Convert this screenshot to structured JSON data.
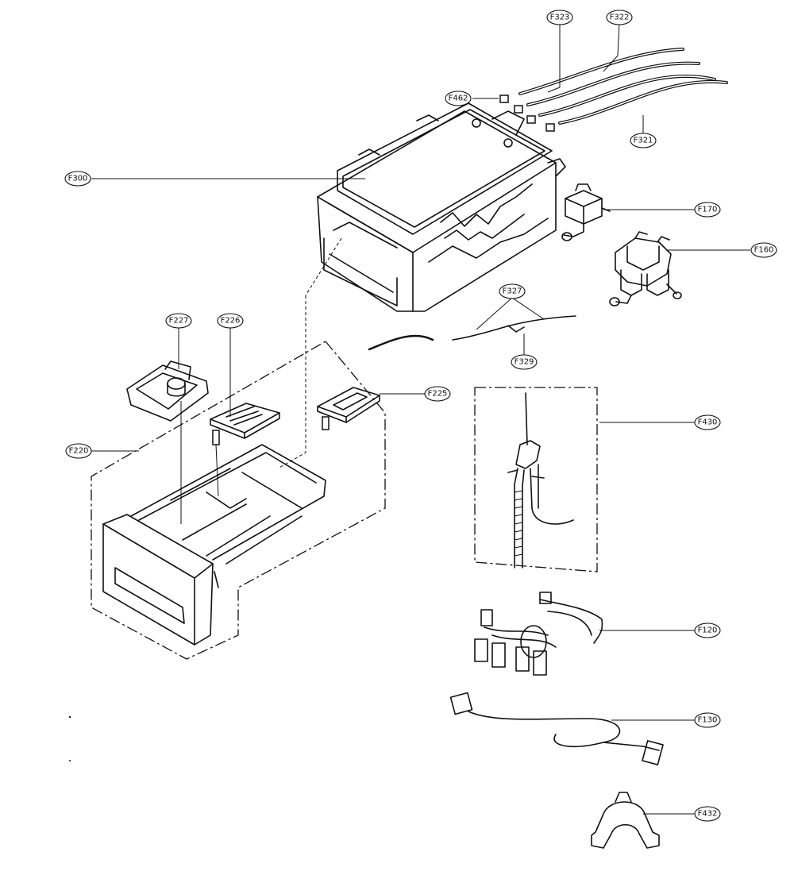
{
  "labels": {
    "F323": "F323",
    "F322": "F322",
    "F462": "F462",
    "F321": "F321",
    "F300": "F300",
    "F170": "F170",
    "F160": "F160",
    "F327": "F327",
    "F329": "F329",
    "F227": "F227",
    "F226": "F226",
    "F225": "F225",
    "F220": "F220",
    "F430": "F430",
    "F120": "F120",
    "F130": "F130",
    "F432": "F432"
  }
}
